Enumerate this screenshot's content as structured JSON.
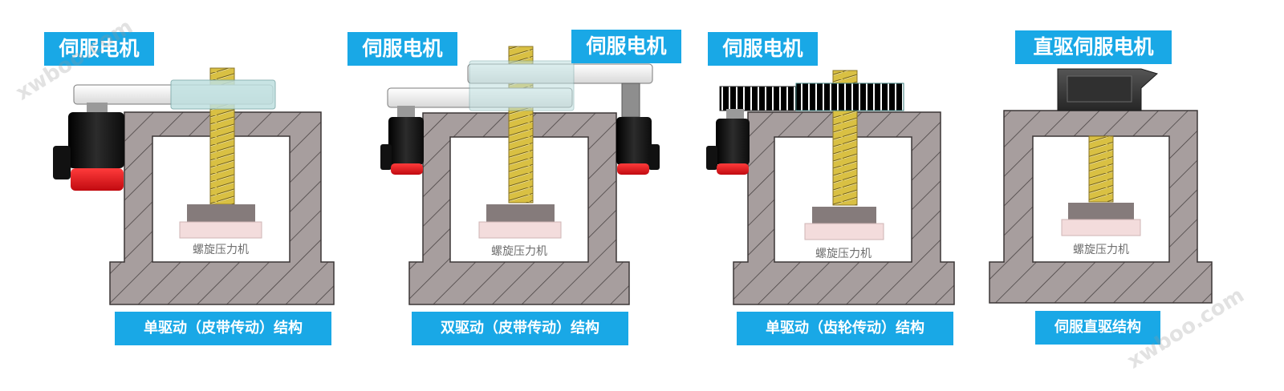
{
  "labels": {
    "servo_motor": "伺服电机",
    "direct_drive_motor": "直驱伺服电机",
    "press": "螺旋压力机",
    "watermark": "xwboo.com"
  },
  "captions": [
    "单驱动（皮带传动）结构",
    "双驱动（皮带传动）结构",
    "单驱动（齿轮传动）结构",
    "伺服直驱结构"
  ],
  "colors": {
    "label_bg": "#19a8e6",
    "frame": "#a79e9e",
    "screw": "#d9c043",
    "motor": "#1a1a1a",
    "motor_cap": "#e3141b",
    "belt": "#f3f3f3",
    "belt_accent": "#bfe0e0",
    "gear_dark": "#444444",
    "gear_teal": "#6eb5b5",
    "platen": "#857b7b",
    "workpiece": "#f3dcdc"
  }
}
